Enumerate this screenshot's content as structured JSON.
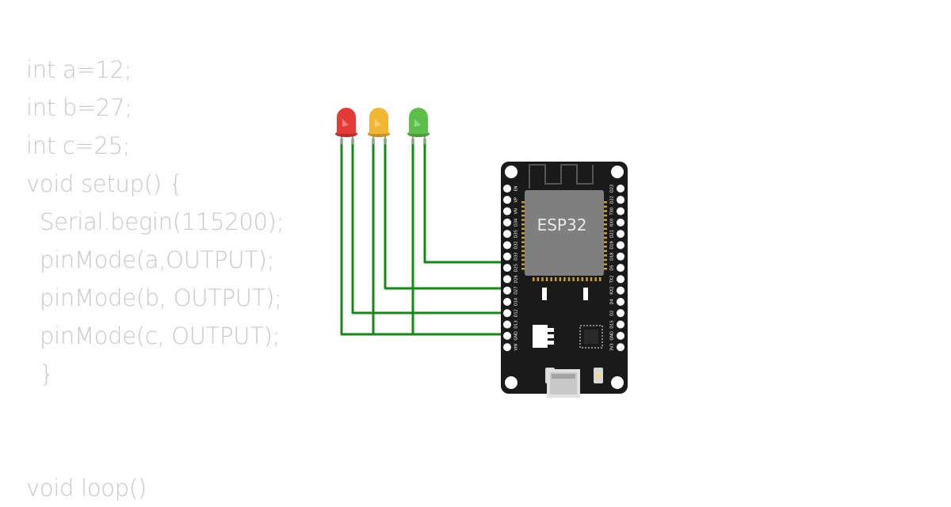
{
  "code": {
    "lines": [
      "int a=12;",
      "int b=27;",
      "int c=25;",
      "void setup() {",
      "Serial.begin(115200);",
      "pinMode(a,OUTPUT);",
      "pinMode(b, OUTPUT);",
      "pinMode(c, OUTPUT);",
      "}"
    ],
    "loop_line": "void loop()"
  },
  "board": {
    "chip_label": "ESP32",
    "left_pins": [
      "EN",
      "VP",
      "VN",
      "D34",
      "D35",
      "D32",
      "D33",
      "D25",
      "D26",
      "D27",
      "D14",
      "D12",
      "D13",
      "GND",
      "VIN"
    ],
    "right_pins": [
      "D23",
      "D22",
      "TX0",
      "RX0",
      "D21",
      "D19",
      "D18",
      "D5",
      "TX2",
      "RX2",
      "D4",
      "D2",
      "D15",
      "GND",
      "3V3"
    ]
  },
  "leds": [
    {
      "name": "red",
      "color": "#e53935"
    },
    {
      "name": "yellow",
      "color": "#f2b632"
    },
    {
      "name": "green",
      "color": "#5cbf4a"
    }
  ],
  "colors": {
    "wire": "#138a13",
    "board": "#1a1a1a",
    "chip": "#7f7f7f",
    "code_text": "#c8c8c8"
  }
}
